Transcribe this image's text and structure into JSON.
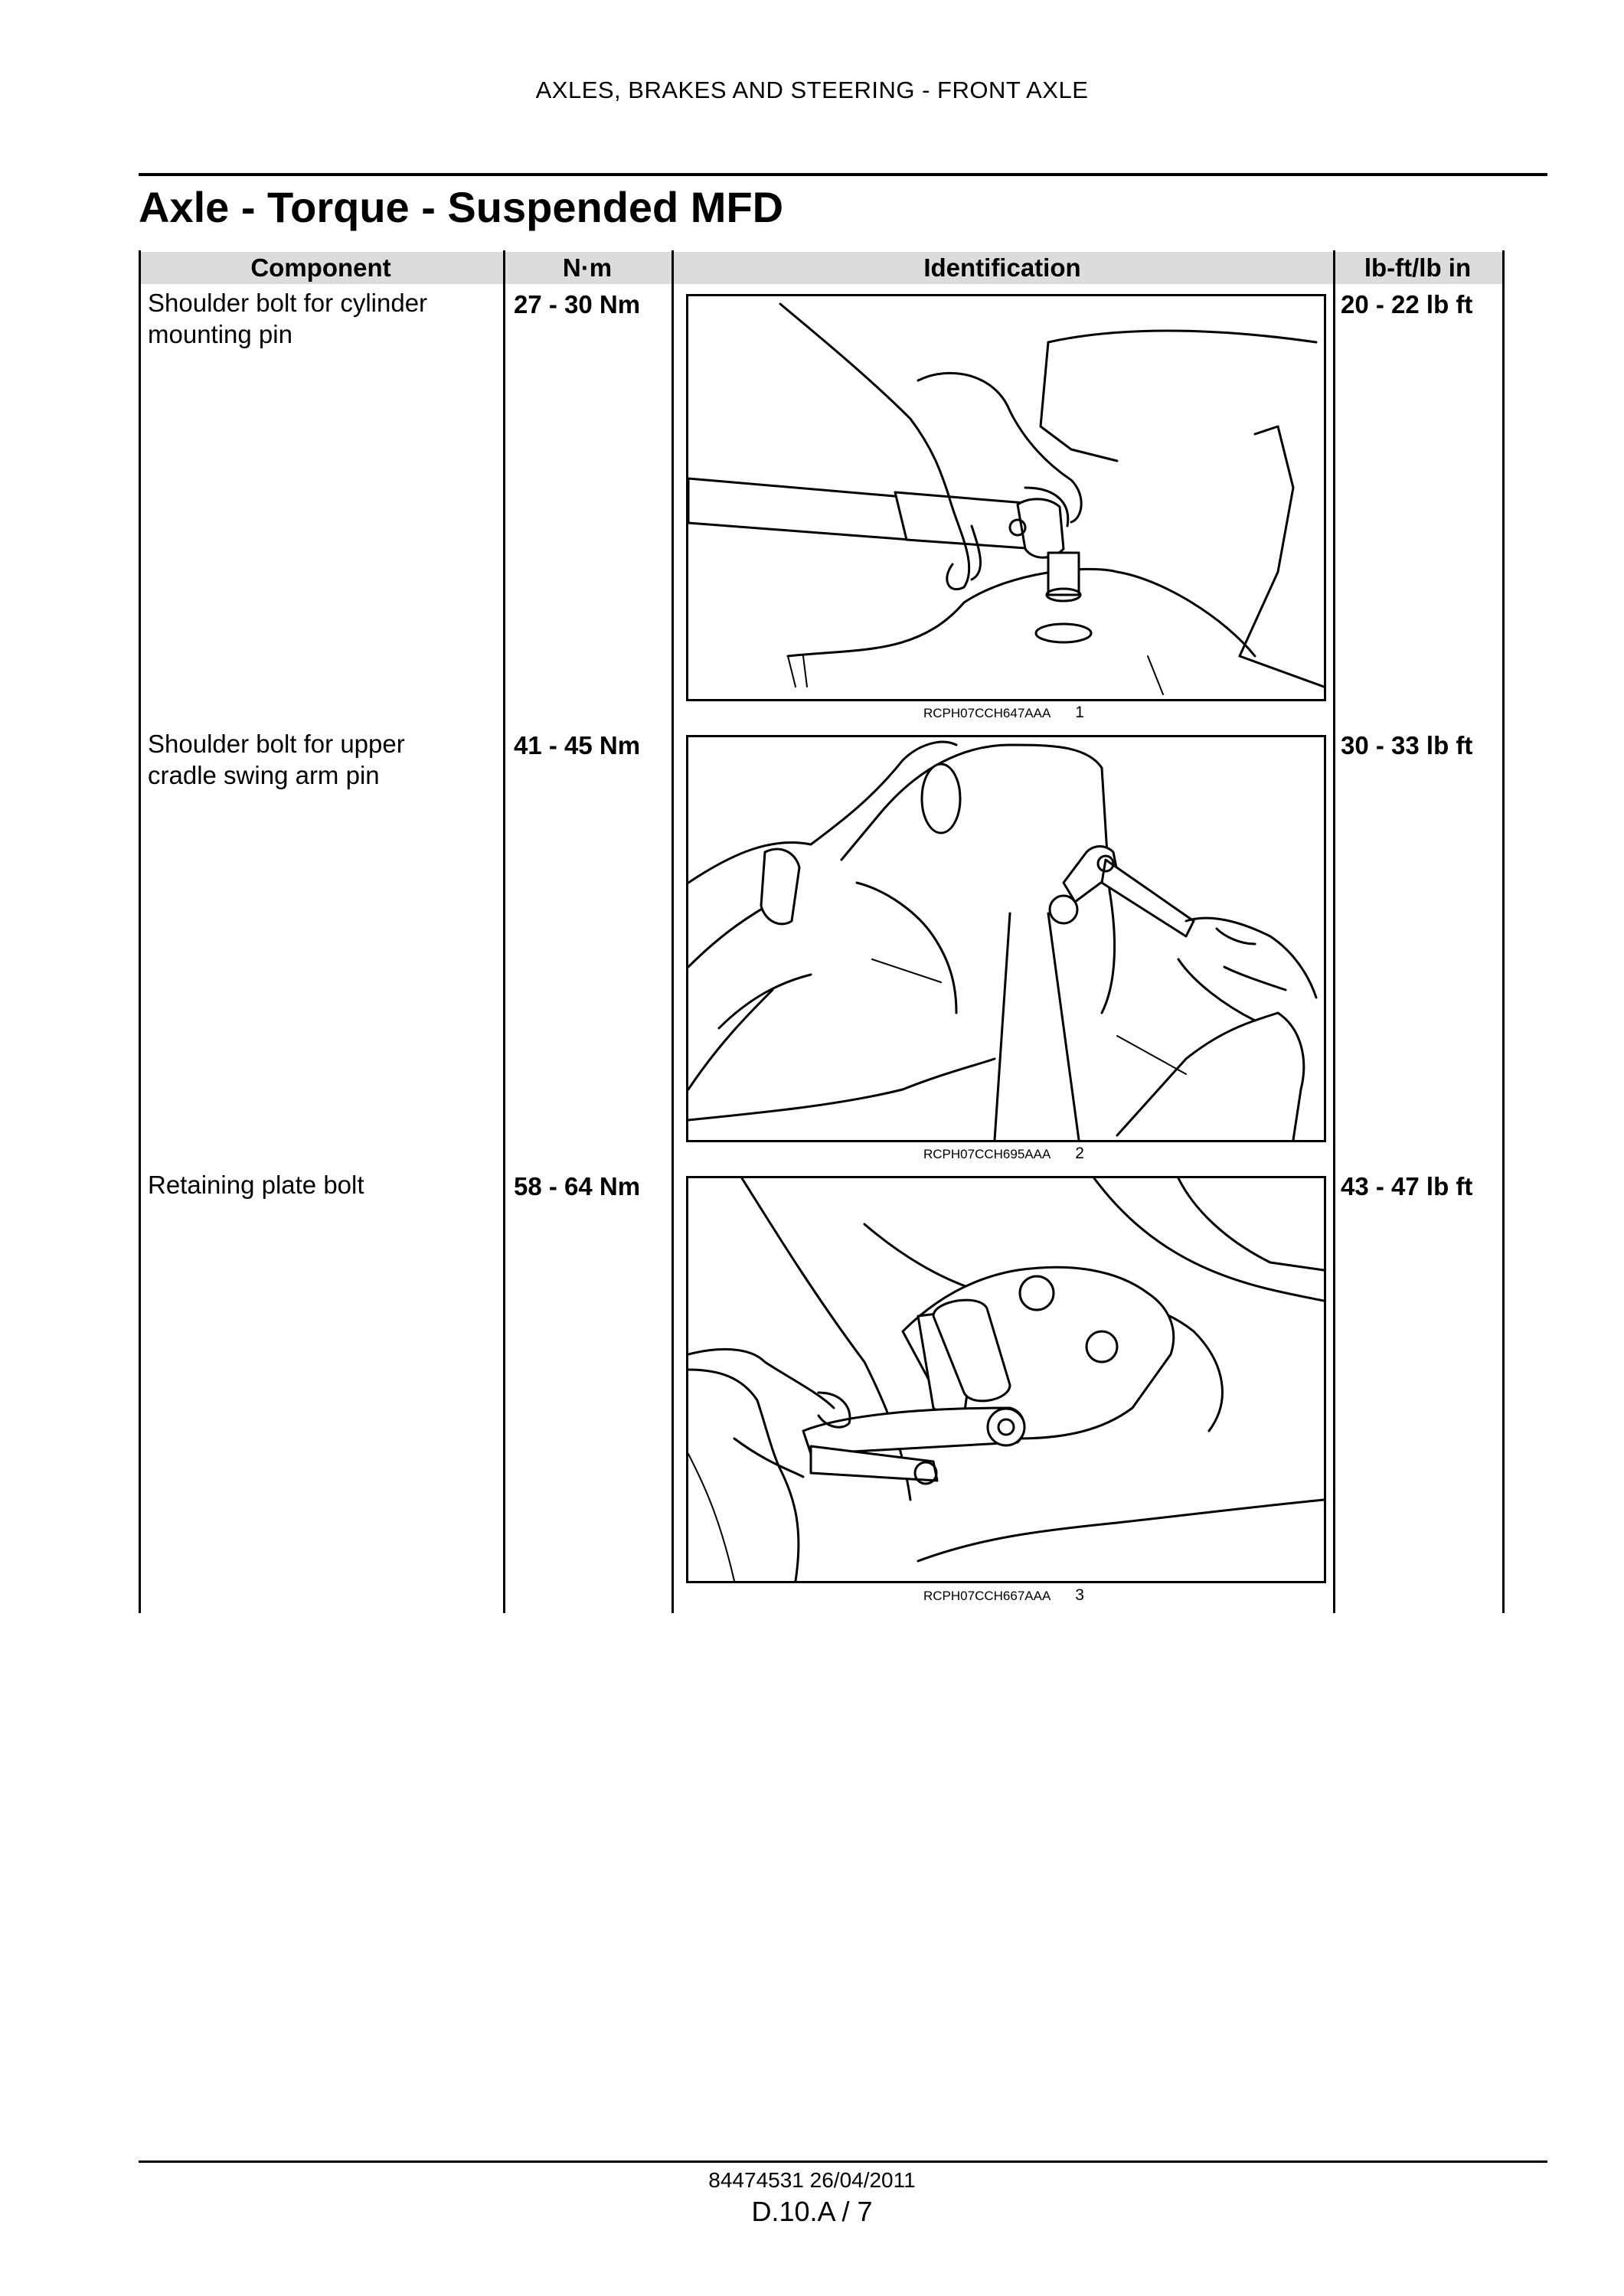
{
  "header": {
    "section": "AXLES, BRAKES AND STEERING - FRONT AXLE"
  },
  "title": "Axle - Torque - Suspended MFD",
  "table": {
    "columns": {
      "component": "Component",
      "nm": "N·m",
      "identification": "Identification",
      "lbft": "lb-ft/lb in"
    },
    "rows": [
      {
        "component": "Shoulder bolt for cylinder mounting pin",
        "nm": "27 - 30 Nm",
        "lbft": "20 - 22 lb ft",
        "figure_code": "RCPH07CCH647AAA",
        "figure_number": "1",
        "icon": "torque-wrench-on-cylinder-pin-illustration"
      },
      {
        "component": "Shoulder bolt for upper cradle swing arm pin",
        "nm": "41 - 45 Nm",
        "lbft": "30 - 33 lb ft",
        "figure_code": "RCPH07CCH695AAA",
        "figure_number": "2",
        "icon": "ratchet-on-swing-arm-pin-illustration"
      },
      {
        "component": "Retaining plate bolt",
        "nm": "58 - 64 Nm",
        "lbft": "43 - 47 lb ft",
        "figure_code": "RCPH07CCH667AAA",
        "figure_number": "3",
        "icon": "ratchet-on-retaining-plate-illustration"
      }
    ]
  },
  "footer": {
    "doc_info": "84474531 26/04/2011",
    "page": "D.10.A / 7"
  }
}
